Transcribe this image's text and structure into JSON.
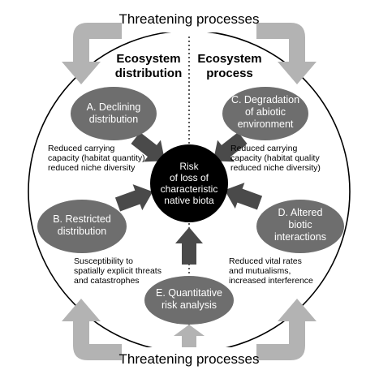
{
  "threats": {
    "top": "Threatening processes",
    "bottom": "Threatening processes"
  },
  "headers": {
    "left_line1": "Ecosystem",
    "left_line2": "distribution",
    "right_line1": "Ecosystem",
    "right_line2": "process"
  },
  "center": [
    "Risk",
    "of loss of",
    "characteristic",
    "native biota"
  ],
  "nodes": {
    "a": [
      "A. Declining",
      "distribution"
    ],
    "b": [
      "B. Restricted",
      "distribution"
    ],
    "c": [
      "C. Degradation",
      "of abiotic",
      "environment"
    ],
    "d": [
      "D. Altered",
      "biotic",
      "interactions"
    ],
    "e": [
      "E. Quantitative",
      "risk analysis"
    ]
  },
  "notes": {
    "a": [
      "Reduced carrying",
      "capacity (habitat quantity)",
      "reduced niche diversity"
    ],
    "b": [
      "Susceptibility to",
      "spatially explicit threats",
      "and catastrophes"
    ],
    "c": [
      "Reduced carrying",
      "capacity (habitat quality",
      "reduced niche diversity)"
    ],
    "d": [
      "Reduced vital rates",
      "and mutualisms,",
      "increased interference"
    ]
  },
  "colors": {
    "node_fill": "#6e6e6e",
    "arrow_dark": "#4a4a4a",
    "arrow_light": "#b3b3b3",
    "center_fill": "#000000"
  }
}
